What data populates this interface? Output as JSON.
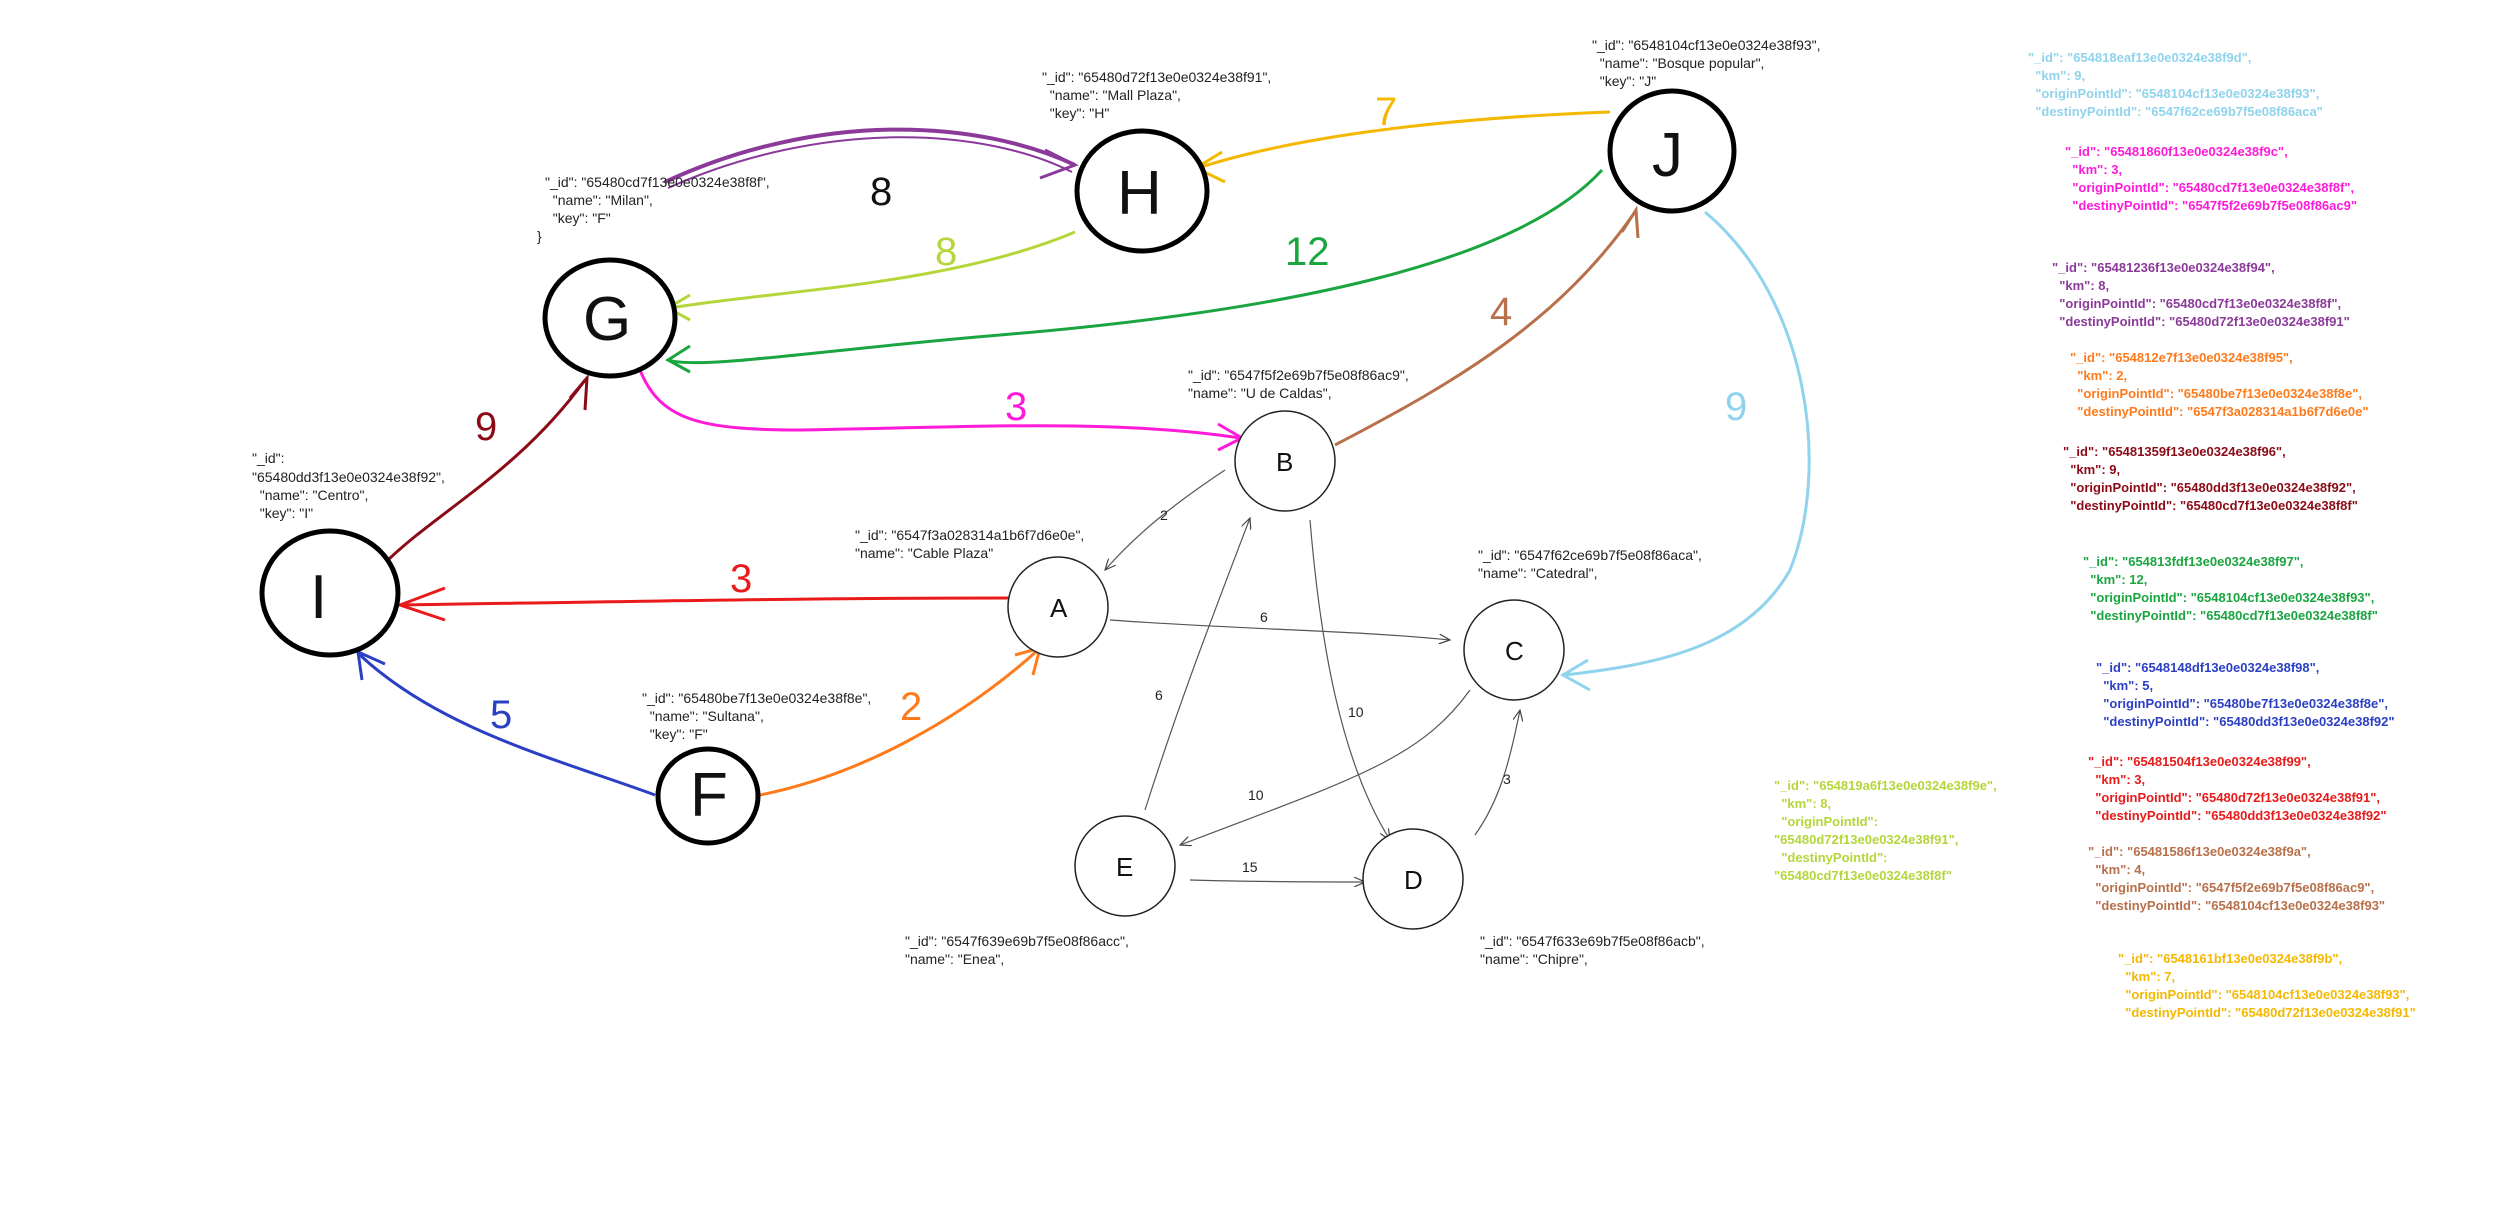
{
  "diagram": {
    "nodes": [
      {
        "id": "I",
        "label": "I",
        "meta": [
          "\"_id\":",
          "\"65480dd3f13e0e0324e38f92\",",
          "  \"name\": \"Centro\",",
          "  \"key\": \"I\""
        ]
      },
      {
        "id": "G",
        "label": "G",
        "meta": [
          "\"_id\": \"65480cd7f13e0e0324e38f8f\",",
          "  \"name\": \"Milan\",",
          "  \"key\": \"F\"",
          "}"
        ]
      },
      {
        "id": "H",
        "label": "H",
        "meta": [
          "\"_id\": \"65480d72f13e0e0324e38f91\",",
          "  \"name\": \"Mall Plaza\",",
          "  \"key\": \"H\""
        ]
      },
      {
        "id": "J",
        "label": "J",
        "meta": [
          "\"_id\": \"6548104cf13e0e0324e38f93\",",
          "  \"name\": \"Bosque popular\",",
          "  \"key\": \"J\""
        ]
      },
      {
        "id": "F",
        "label": "F",
        "meta": [
          "\"_id\": \"65480be7f13e0e0324e38f8e\",",
          "  \"name\": \"Sultana\",",
          "  \"key\": \"F\""
        ]
      },
      {
        "id": "A",
        "label": "A",
        "meta": [
          "\"_id\": \"6547f3a028314a1b6f7d6e0e\",",
          "\"name\": \"Cable Plaza\""
        ]
      },
      {
        "id": "B",
        "label": "B",
        "meta": [
          "\"_id\": \"6547f5f2e69b7f5e08f86ac9\",",
          "\"name\": \"U de Caldas\","
        ]
      },
      {
        "id": "C",
        "label": "C",
        "meta": [
          "\"_id\": \"6547f62ce69b7f5e08f86aca\",",
          "\"name\": \"Catedral\","
        ]
      },
      {
        "id": "D",
        "label": "D",
        "meta": [
          "\"_id\": \"6547f633e69b7f5e08f86acb\",",
          "\"name\": \"Chipre\","
        ]
      },
      {
        "id": "E",
        "label": "E",
        "meta": [
          "\"_id\": \"6547f639e69b7f5e08f86acc\",",
          "\"name\": \"Enea\","
        ]
      }
    ],
    "edges": [
      {
        "from": "B",
        "to": "A",
        "label": "2"
      },
      {
        "from": "A",
        "to": "C",
        "label": "6"
      },
      {
        "from": "E",
        "to": "B",
        "label": "6"
      },
      {
        "from": "B",
        "to": "D",
        "label": "10"
      },
      {
        "from": "C",
        "to": "E",
        "label": "10"
      },
      {
        "from": "E",
        "to": "D",
        "label": "15"
      },
      {
        "from": "D",
        "to": "C",
        "label": "3"
      },
      {
        "from": "G",
        "to": "H",
        "label": "8",
        "color": "#8b3a9a"
      },
      {
        "from": "H",
        "to": "G",
        "label": "8",
        "color": "#b5d63a"
      },
      {
        "from": "J",
        "to": "H",
        "label": "7",
        "color": "#f5b800"
      },
      {
        "from": "J",
        "to": "G",
        "label": "12",
        "color": "#1aa540"
      },
      {
        "from": "B",
        "to": "J",
        "label": "4",
        "color": "#b8704a"
      },
      {
        "from": "J",
        "to": "C",
        "label": "9",
        "color": "#8fd3ec"
      },
      {
        "from": "G",
        "to": "B",
        "label": "3",
        "color": "#ff1ad9"
      },
      {
        "from": "I",
        "to": "G",
        "label": "9",
        "color": "#8b0a16"
      },
      {
        "from": "A",
        "to": "I",
        "label": "3",
        "color": "#e81a1a"
      },
      {
        "from": "F",
        "to": "A",
        "label": "2",
        "color": "#ff7a1a"
      },
      {
        "from": "F",
        "to": "I",
        "label": "5",
        "color": "#2b3fc4"
      }
    ]
  },
  "side_notes": [
    {
      "color": "#8fd3ec",
      "lines": [
        "\"_id\": \"654818eaf13e0e0324e38f9d\",",
        "  \"km\": 9,",
        "  \"originPointId\": \"6548104cf13e0e0324e38f93\",",
        "  \"destinyPointId\": \"6547f62ce69b7f5e08f86aca\""
      ]
    },
    {
      "color": "#ff1ad9",
      "lines": [
        "\"_id\": \"65481860f13e0e0324e38f9c\",",
        "  \"km\": 3,",
        "  \"originPointId\": \"65480cd7f13e0e0324e38f8f\",",
        "  \"destinyPointId\": \"6547f5f2e69b7f5e08f86ac9\""
      ]
    },
    {
      "color": "#8b3a9a",
      "lines": [
        "\"_id\": \"65481236f13e0e0324e38f94\",",
        "  \"km\": 8,",
        "  \"originPointId\": \"65480cd7f13e0e0324e38f8f\",",
        "  \"destinyPointId\": \"65480d72f13e0e0324e38f91\""
      ]
    },
    {
      "color": "#ff7a1a",
      "lines": [
        "\"_id\": \"654812e7f13e0e0324e38f95\",",
        "  \"km\": 2,",
        "  \"originPointId\": \"65480be7f13e0e0324e38f8e\",",
        "  \"destinyPointId\": \"6547f3a028314a1b6f7d6e0e\""
      ]
    },
    {
      "color": "#8b0a16",
      "lines": [
        "\"_id\": \"65481359f13e0e0324e38f96\",",
        "  \"km\": 9,",
        "  \"originPointId\": \"65480dd3f13e0e0324e38f92\",",
        "  \"destinyPointId\": \"65480cd7f13e0e0324e38f8f\""
      ]
    },
    {
      "color": "#1aa540",
      "lines": [
        "\"_id\": \"654813fdf13e0e0324e38f97\",",
        "  \"km\": 12,",
        "  \"originPointId\": \"6548104cf13e0e0324e38f93\",",
        "  \"destinyPointId\": \"65480cd7f13e0e0324e38f8f\""
      ]
    },
    {
      "color": "#2b3fc4",
      "lines": [
        "\"_id\": \"6548148df13e0e0324e38f98\",",
        "  \"km\": 5,",
        "  \"originPointId\": \"65480be7f13e0e0324e38f8e\",",
        "  \"destinyPointId\": \"65480dd3f13e0e0324e38f92\""
      ]
    },
    {
      "color": "#e81a1a",
      "lines": [
        "\"_id\": \"65481504f13e0e0324e38f99\",",
        "  \"km\": 3,",
        "  \"originPointId\": \"65480d72f13e0e0324e38f91\",",
        "  \"destinyPointId\": \"65480dd3f13e0e0324e38f92\""
      ]
    },
    {
      "color": "#b5d63a",
      "lines": [
        "\"_id\": \"654819a6f13e0e0324e38f9e\",",
        "  \"km\": 8,",
        "  \"originPointId\":",
        "\"65480d72f13e0e0324e38f91\",",
        "  \"destinyPointId\":",
        "\"65480cd7f13e0e0324e38f8f\""
      ]
    },
    {
      "color": "#b8704a",
      "lines": [
        "\"_id\": \"65481586f13e0e0324e38f9a\",",
        "  \"km\": 4,",
        "  \"originPointId\": \"6547f5f2e69b7f5e08f86ac9\",",
        "  \"destinyPointId\": \"6548104cf13e0e0324e38f93\""
      ]
    },
    {
      "color": "#f5b800",
      "lines": [
        "\"_id\": \"6548161bf13e0e0324e38f9b\",",
        "  \"km\": 7,",
        "  \"originPointId\": \"6548104cf13e0e0324e38f93\",",
        "  \"destinyPointId\": \"65480d72f13e0e0324e38f91\""
      ]
    }
  ]
}
